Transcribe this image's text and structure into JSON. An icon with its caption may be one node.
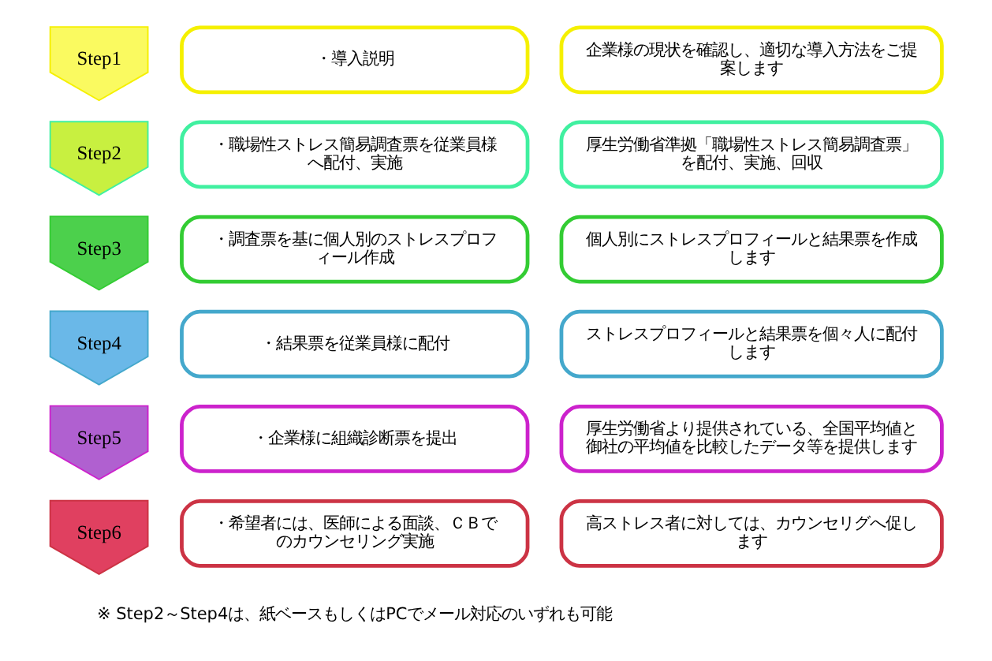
{
  "diagram": {
    "nodes": [
      {
        "text": [
          "Step1"
        ]
      },
      {
        "text": [
          "・導入説明"
        ]
      },
      {
        "text": [
          "企業様の現状を確認し、適切な導入方法をご提案します"
        ]
      },
      {
        "text": [
          "Step2"
        ]
      },
      {
        "text": [
          "・職場性ストレス簡易調査票を従業員様へ配付、実施"
        ]
      },
      {
        "text": [
          "厚生労働省準拠「職場性ストレス簡易調査票」を配付、実施、回収"
        ]
      },
      {
        "text": [
          "Step3"
        ]
      },
      {
        "text": [
          "・調査票を基に個人別のストレスプロフィール作成"
        ]
      },
      {
        "text": [
          "個人別にストレスプロフィールと結果票を作成します"
        ]
      },
      {
        "text": [
          "Step4"
        ]
      },
      {
        "text": [
          "・結果票を従業員様に配付"
        ]
      },
      {
        "text": [
          "ストレスプロフィールと結果票を個々人に配付します"
        ]
      },
      {
        "text": [
          "Step5"
        ]
      },
      {
        "text": [
          "・企業様に組織診断票を提出"
        ]
      },
      {
        "text": [
          "厚生労働省より提供されている、全国平均値と御社の平均値を比較したデータ等を提供します"
        ]
      },
      {
        "text": [
          "Step6"
        ]
      },
      {
        "text": [
          "・希望者には、医師による面談、ＣＢでのカウンセリング実施"
        ]
      },
      {
        "text": [
          "高ストレス者に対しては、カウンセリグへ促します"
        ]
      }
    ],
    "labels": [
      "※ Step2～Step4は、紙ベースもしくはPCでメール対応のいずれも可能"
    ]
  }
}
